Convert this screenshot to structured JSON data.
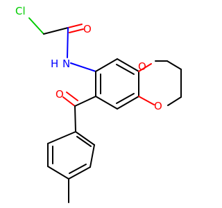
{
  "molecule": {
    "atom_labels": {
      "chlorine": "Cl",
      "carbonyl_oxygen_amide": "O",
      "amide_nitrogen": "N",
      "amide_hydrogen": "H",
      "ring_oxygen_top": "O",
      "ring_oxygen_bottom": "O",
      "ketone_oxygen": "O"
    }
  },
  "colors": {
    "bond": "#000000",
    "oxygen": "#ff0000",
    "nitrogen": "#0000ff",
    "chlorine": "#00cc00",
    "background": "#ffffff"
  }
}
